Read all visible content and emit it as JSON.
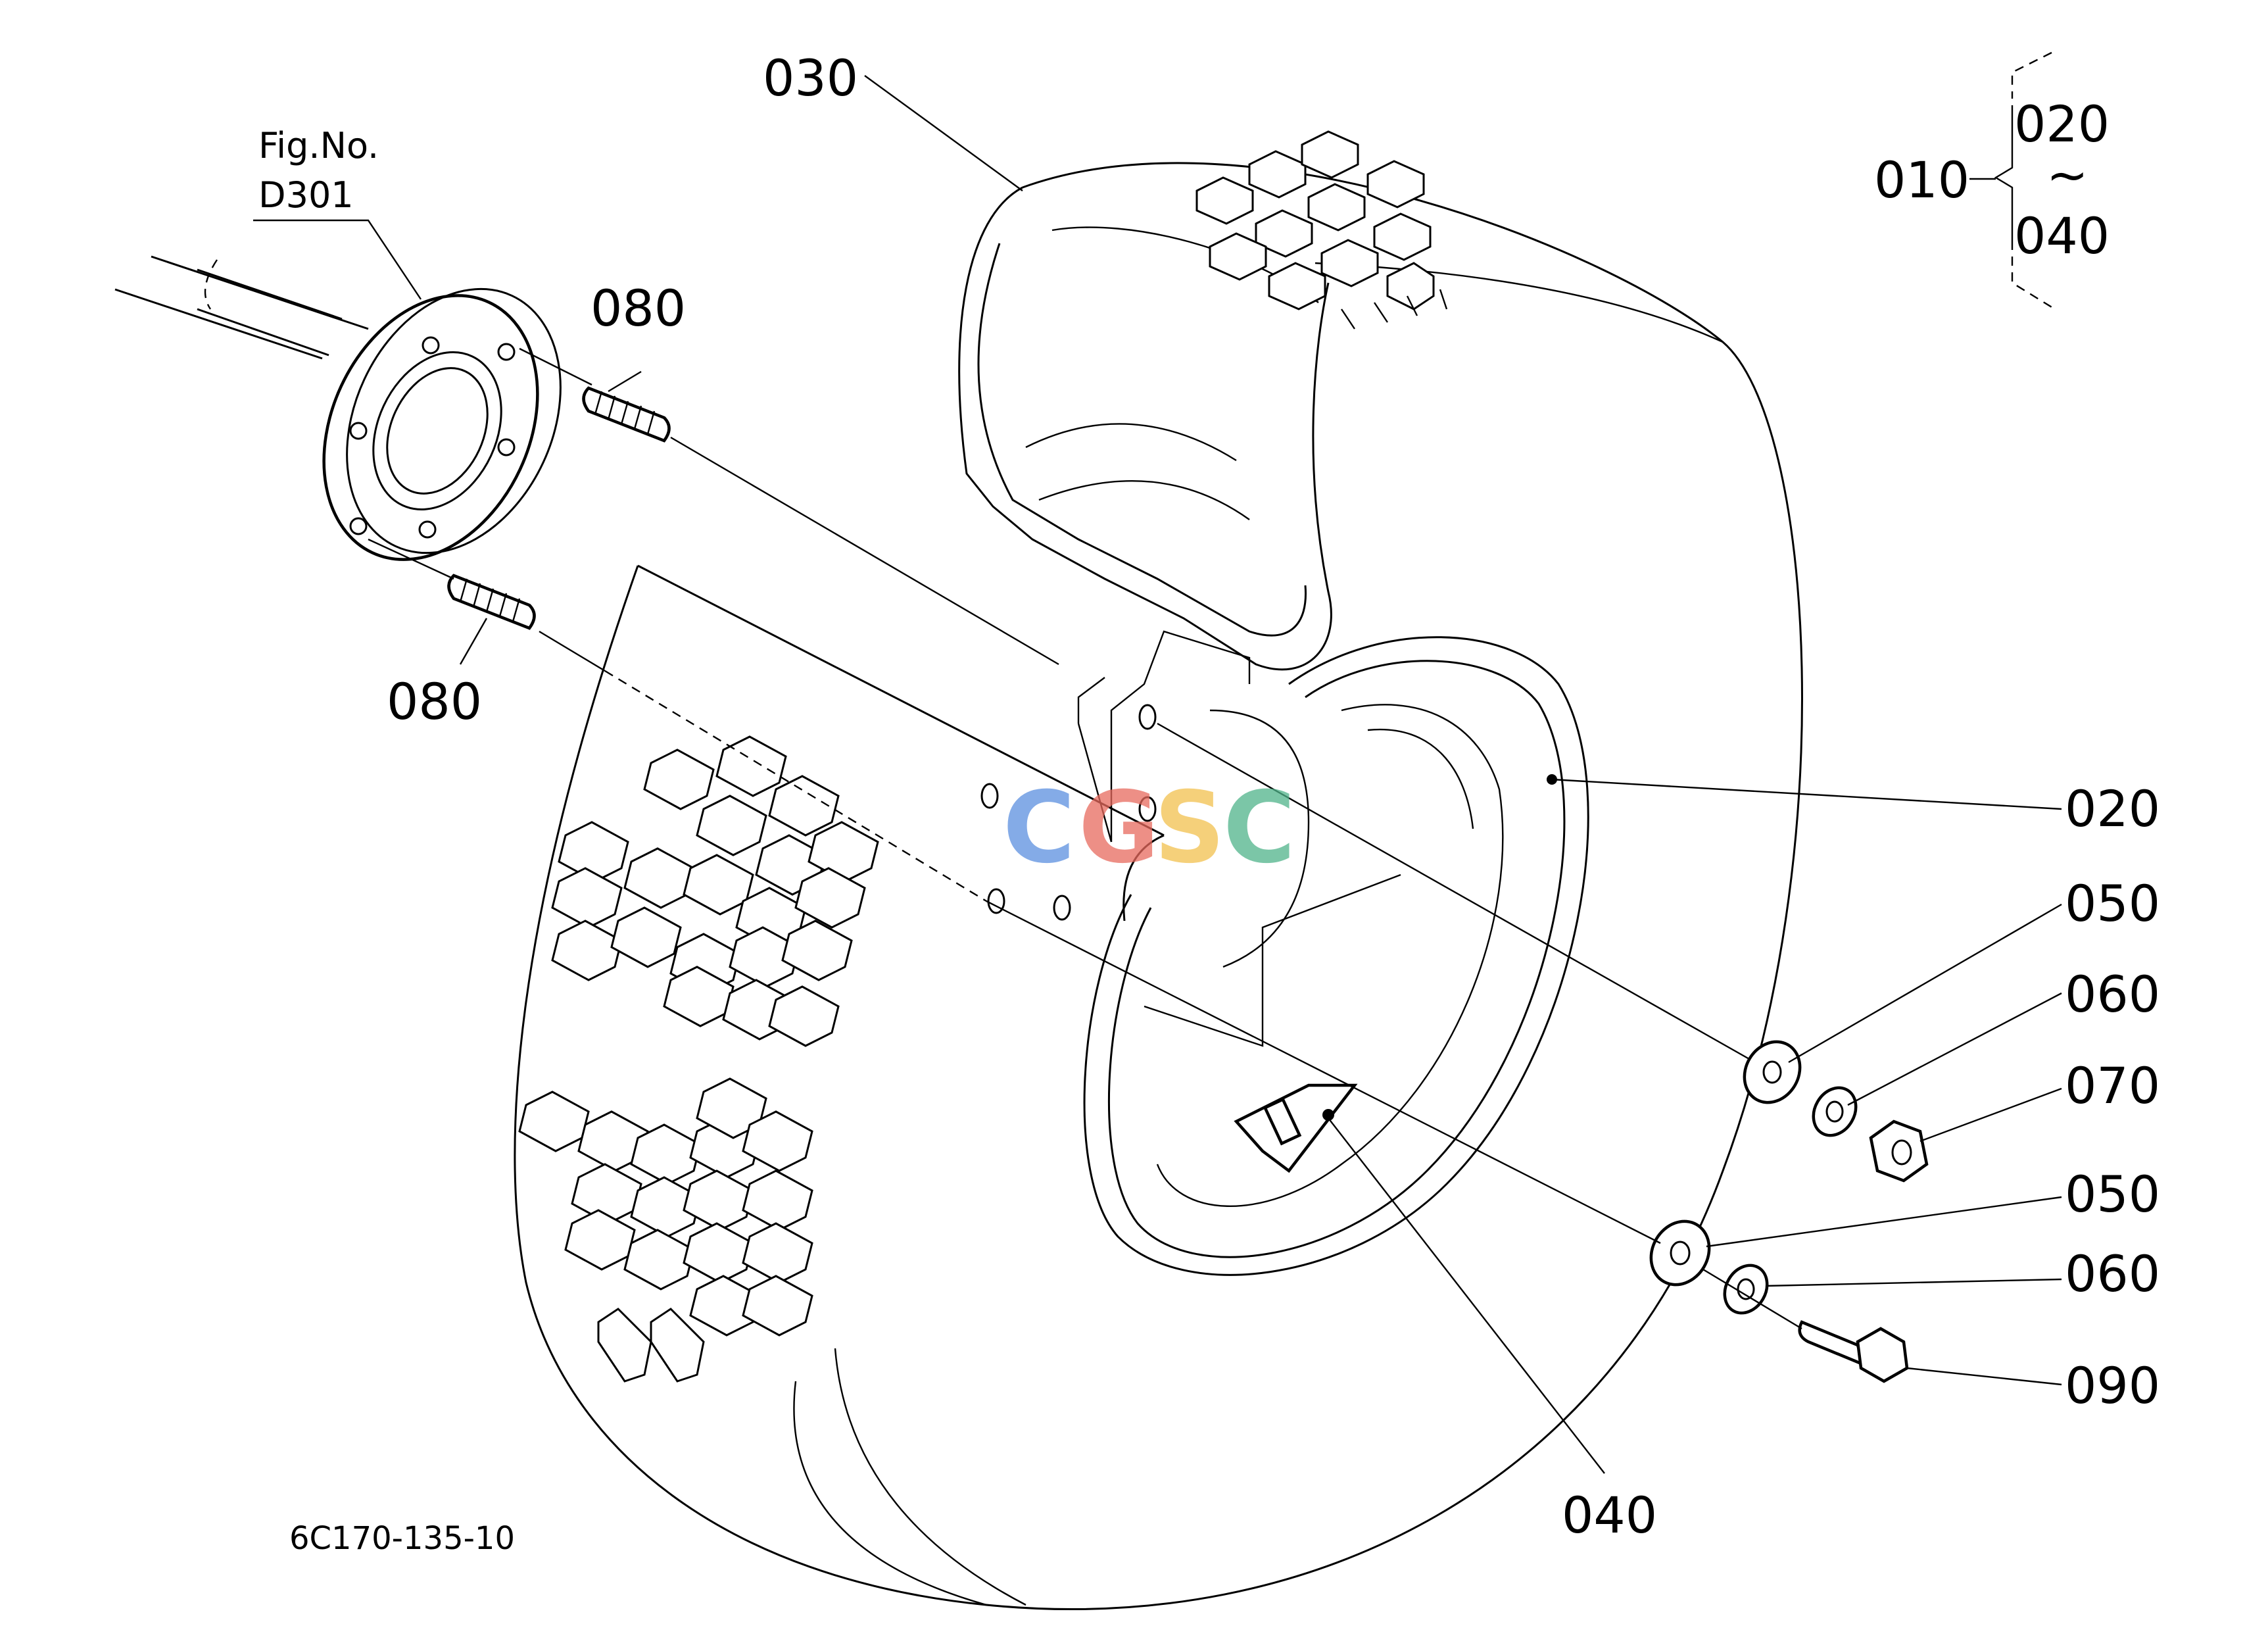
{
  "figure_reference": {
    "line1": "Fig.No.",
    "line2": "D301"
  },
  "drawing_number": "6C170-135-10",
  "assembly_group": {
    "parent": "010",
    "from": "020",
    "tilde": "~",
    "to": "040"
  },
  "callouts": {
    "c030": "030",
    "c080_top": "080",
    "c080_bottom": "080",
    "c020": "020",
    "c050_top": "050",
    "c060_top": "060",
    "c070": "070",
    "c050_bottom": "050",
    "c060_bottom": "060",
    "c090": "090",
    "c040": "040"
  },
  "watermark": {
    "letters": [
      "C",
      "G",
      "S",
      "C"
    ],
    "colors": [
      "#5b8fe0",
      "#e86a5e",
      "#f2c14e",
      "#4fb38a"
    ]
  }
}
